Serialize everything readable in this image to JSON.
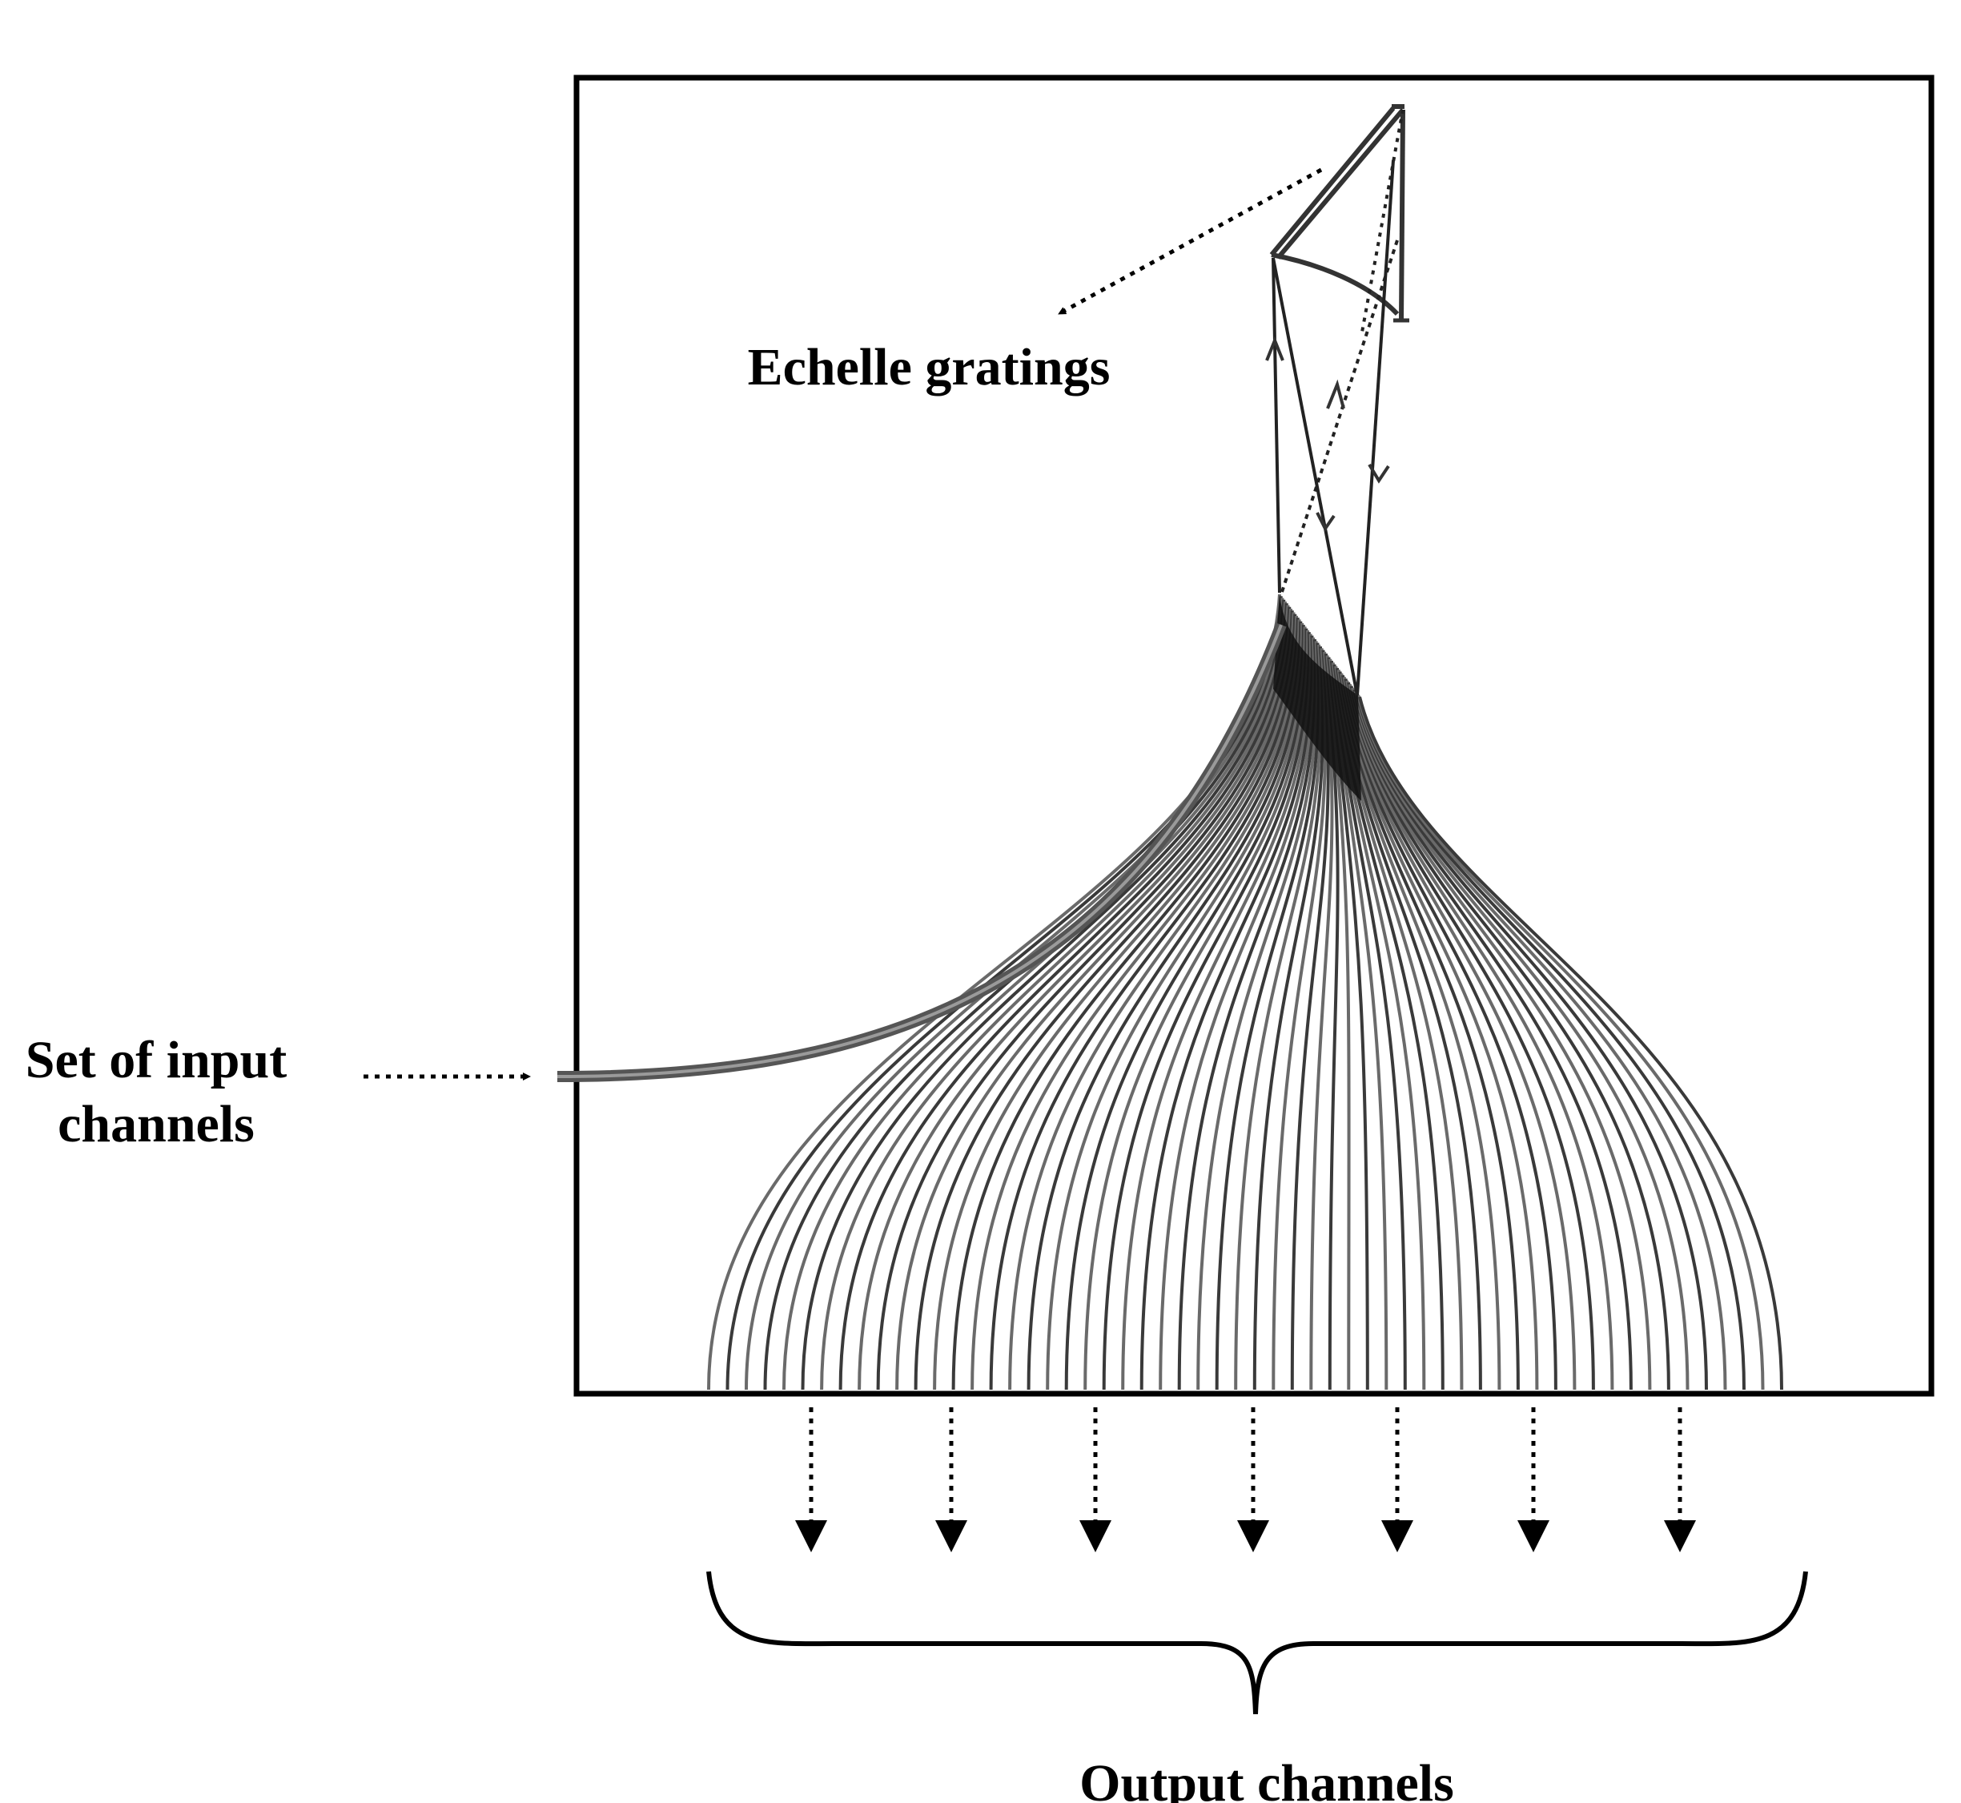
{
  "labels": {
    "echelle": "Echelle gratings",
    "input_line1": "Set of input",
    "input_line2": "channels",
    "output": "Output channels"
  },
  "colors": {
    "ink": "#000000",
    "background": "#ffffff"
  }
}
